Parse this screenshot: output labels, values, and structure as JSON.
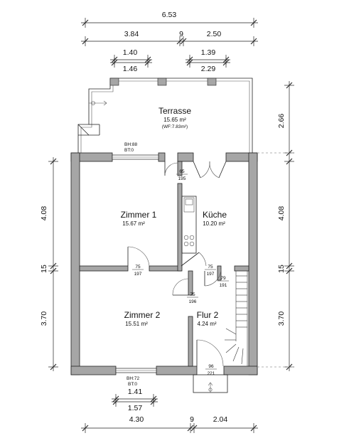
{
  "colors": {
    "wall": "#a6a6a6",
    "line": "#222222",
    "background": "#ffffff"
  },
  "dimensions": {
    "top_total": "6.53",
    "top_left": "3.84",
    "top_mid": "9",
    "top_right": "2.50",
    "top_win_left_upper": "1.40",
    "top_win_left_lower": "1.46",
    "top_win_right_upper": "1.39",
    "top_win_right_lower": "2.29",
    "bottom_win_upper": "1.41",
    "bottom_win_lower": "1.57",
    "bottom_left": "4.30",
    "bottom_mid": "9",
    "bottom_right": "2.04",
    "left_upper": "4.08",
    "left_mid": "15",
    "left_lower": "3.70",
    "right_top": "2.66",
    "right_upper": "4.08",
    "right_mid": "15",
    "right_lower": "3.70"
  },
  "rooms": {
    "terrasse": {
      "name": "Terrasse",
      "area": "15.65 m²",
      "note": "(WF:7.83m²)"
    },
    "zimmer1": {
      "name": "Zimmer 1",
      "area": "15.67 m²"
    },
    "kueche": {
      "name": "Küche",
      "area": "10.20 m²"
    },
    "zimmer2": {
      "name": "Zimmer 2",
      "area": "15.51 m²"
    },
    "flur2": {
      "name": "Flur 2",
      "area": "4.24 m²"
    }
  },
  "openings": {
    "window_top": {
      "bh": "BH:88",
      "bt": "BT:0"
    },
    "window_bottom": {
      "bh": "BH:72",
      "bt": "BT:0"
    },
    "door_terrace": {
      "w": "65",
      "h": "195"
    },
    "door_zimmer1": {
      "w": "75",
      "h": "197"
    },
    "door_kueche": {
      "w": "75",
      "h": "197"
    },
    "door_bath": {
      "w": "79",
      "h": "191"
    },
    "door_zimmer2": {
      "w": "75",
      "h": "196"
    },
    "door_entry": {
      "w": "96",
      "h": "221"
    }
  }
}
